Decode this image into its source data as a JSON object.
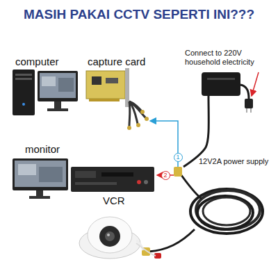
{
  "diagram": {
    "title": "MASIH PAKAI CCTV SEPERTI INI???",
    "labels": [
      "computer",
      "capture card",
      "Connect to 220V household electricity",
      "monitor",
      "1",
      "12V2A power supply",
      "2",
      "VCR"
    ]
  }
}
